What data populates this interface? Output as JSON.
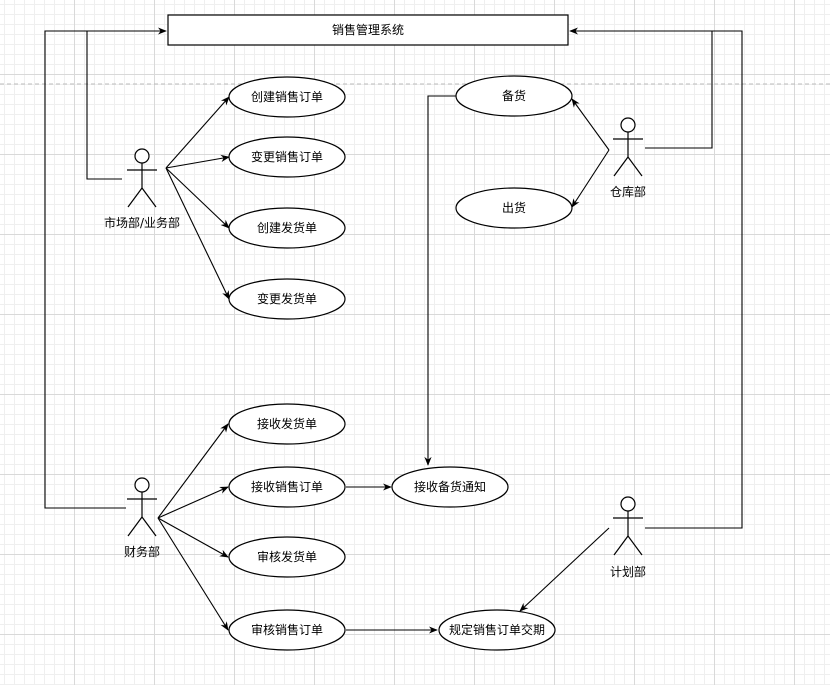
{
  "system": {
    "title": "销售管理系统"
  },
  "actors": {
    "marketing": "市场部/业务部",
    "finance": "财务部",
    "warehouse": "仓库部",
    "planning": "计划部"
  },
  "use_cases": {
    "create_sales_order": "创建销售订单",
    "change_sales_order": "变更销售订单",
    "create_delivery_note": "创建发货单",
    "change_delivery_note": "变更发货单",
    "stock_prepare": "备货",
    "ship_out": "出货",
    "receive_delivery_note": "接收发货单",
    "receive_sales_order": "接收销售订单",
    "receive_stock_notice": "接收备货通知",
    "review_delivery_note": "审核发货单",
    "review_sales_order": "审核销售订单",
    "set_delivery_date": "规定销售订单交期"
  }
}
